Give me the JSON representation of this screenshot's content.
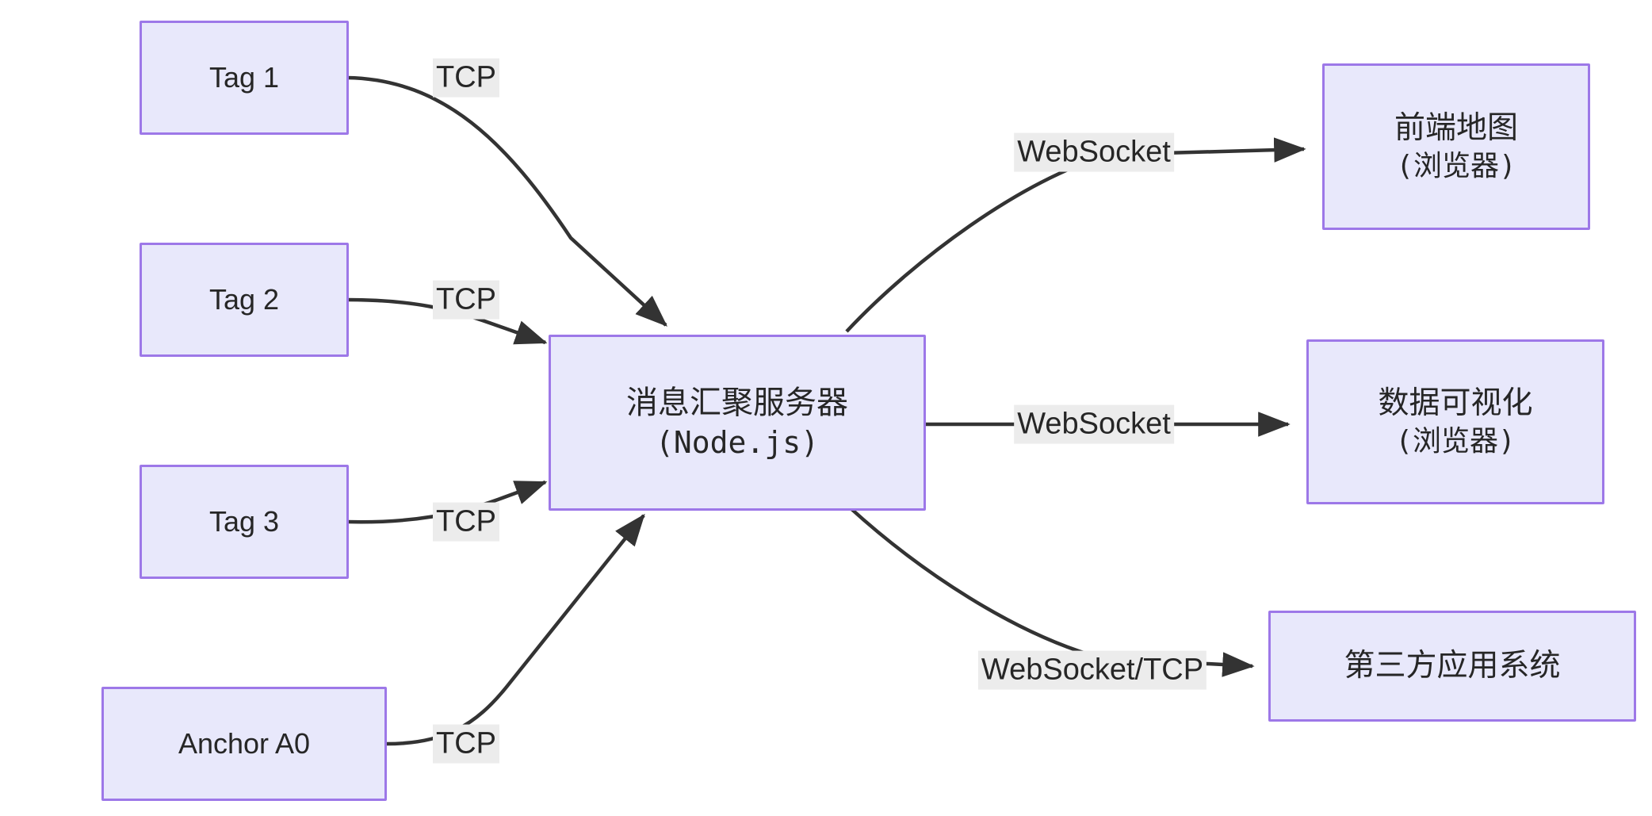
{
  "diagram": {
    "type": "flowchart",
    "direction": "left-to-right",
    "title": "",
    "theme": {
      "node_fill": "#E8E8FB",
      "node_stroke": "#9D78E8",
      "edge_stroke": "#333333",
      "label_background": "#ECECEC",
      "text_color": "#262626",
      "canvas_background": "#FFFFFF"
    },
    "nodes": [
      {
        "id": "tag1",
        "line1": "Tag 1",
        "line2": "",
        "kind": "source"
      },
      {
        "id": "tag2",
        "line1": "Tag 2",
        "line2": "",
        "kind": "source"
      },
      {
        "id": "tag3",
        "line1": "Tag 3",
        "line2": "",
        "kind": "source"
      },
      {
        "id": "anchor0",
        "line1": "Anchor A0",
        "line2": "",
        "kind": "source"
      },
      {
        "id": "server",
        "line1": "消息汇聚服务器",
        "line2": "(Node.js)",
        "kind": "hub"
      },
      {
        "id": "map",
        "line1": "前端地图",
        "line2": "(浏览器)",
        "kind": "sink"
      },
      {
        "id": "viz",
        "line1": "数据可视化",
        "line2": "(浏览器)",
        "kind": "sink"
      },
      {
        "id": "third",
        "line1": "第三方应用系统",
        "line2": "",
        "kind": "sink"
      }
    ],
    "edges": [
      {
        "id": "e1",
        "from": "tag1",
        "to": "server",
        "label": "TCP"
      },
      {
        "id": "e2",
        "from": "tag2",
        "to": "server",
        "label": "TCP"
      },
      {
        "id": "e3",
        "from": "tag3",
        "to": "server",
        "label": "TCP"
      },
      {
        "id": "e4",
        "from": "anchor0",
        "to": "server",
        "label": "TCP"
      },
      {
        "id": "e5",
        "from": "server",
        "to": "map",
        "label": "WebSocket"
      },
      {
        "id": "e6",
        "from": "server",
        "to": "viz",
        "label": "WebSocket"
      },
      {
        "id": "e7",
        "from": "server",
        "to": "third",
        "label": "WebSocket/TCP"
      }
    ]
  }
}
